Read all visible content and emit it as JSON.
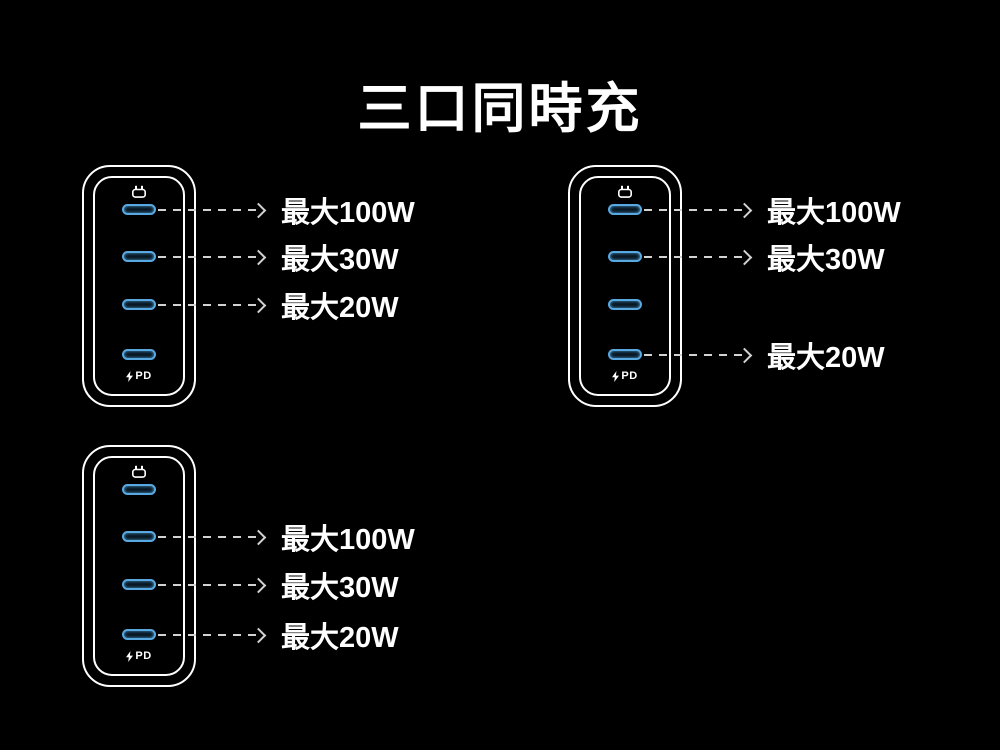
{
  "title": "三口同時充",
  "colors": {
    "background": "#000000",
    "charger_outline": "#ffffff",
    "port_accent": "#58a9e2",
    "arrow": "#d2d2d2",
    "text": "#ffffff"
  },
  "icons": {
    "plug": "ac-plug",
    "bolt": "lightning-bolt",
    "arrowhead": "chevron-right"
  },
  "chargers": [
    {
      "id": "top-left",
      "ports": 4,
      "pd_text": "PD",
      "annotations": [
        {
          "port": 1,
          "label": "最大100W"
        },
        {
          "port": 2,
          "label": "最大30W"
        },
        {
          "port": 3,
          "label": "最大20W"
        }
      ]
    },
    {
      "id": "top-right",
      "ports": 4,
      "pd_text": "PD",
      "annotations": [
        {
          "port": 1,
          "label": "最大100W"
        },
        {
          "port": 2,
          "label": "最大30W"
        },
        {
          "port": 4,
          "label": "最大20W"
        }
      ]
    },
    {
      "id": "bottom-left",
      "ports": 4,
      "pd_text": "PD",
      "annotations": [
        {
          "port": 2,
          "label": "最大100W"
        },
        {
          "port": 3,
          "label": "最大30W"
        },
        {
          "port": 4,
          "label": "最大20W"
        }
      ]
    }
  ]
}
